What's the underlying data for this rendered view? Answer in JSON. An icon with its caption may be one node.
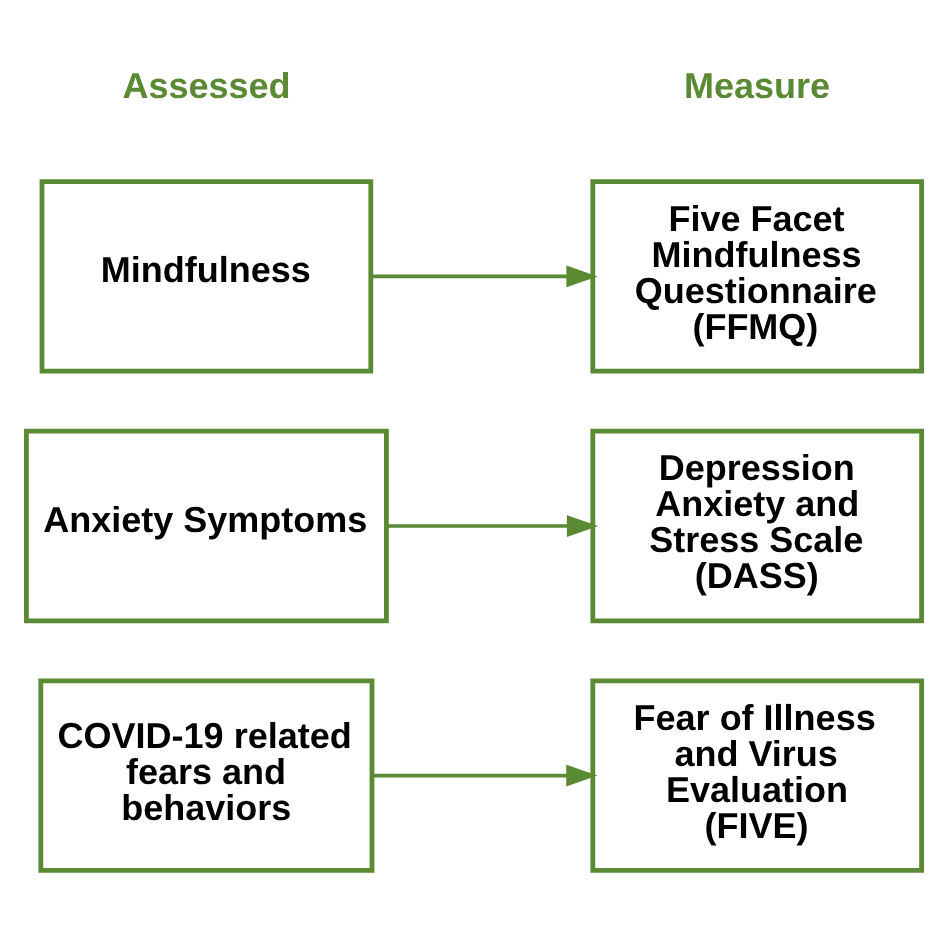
{
  "diagram": {
    "nodes": [
      {
        "text": [
          "Mindfulness"
        ]
      },
      {
        "text": [
          "Five Facet Mindfulness Questionnaire (FFMQ)"
        ]
      },
      {
        "text": [
          "Anxiety Symptoms"
        ]
      },
      {
        "text": [
          "Depression Anxiety and Stress Scale (DASS)"
        ]
      },
      {
        "text": [
          "COVID-19 related fears and behaviors"
        ]
      },
      {
        "text": [
          "Fear of Illness and Virus Evaluation (FIVE)"
        ]
      }
    ],
    "edges": [
      {
        "from": 0,
        "to": 1,
        "arrow": "to"
      },
      {
        "from": 2,
        "to": 3,
        "arrow": "to"
      },
      {
        "from": 4,
        "to": 5,
        "arrow": "to"
      }
    ],
    "labels": [
      "Assessed",
      "Measure"
    ]
  }
}
